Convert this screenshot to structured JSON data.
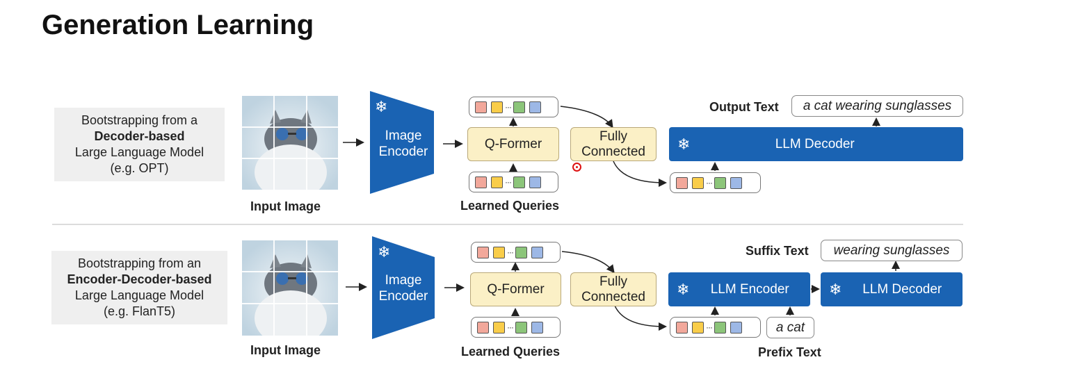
{
  "title": "Generation Learning",
  "rows": [
    {
      "desc_line1": "Bootstrapping from a",
      "desc_bold": "Decoder-based",
      "desc_line3": "Large Language Model",
      "desc_line4": "(e.g. OPT)",
      "input_label": "Input Image",
      "image_encoder": "Image Encoder",
      "qformer": "Q-Former",
      "learned_queries": "Learned Queries",
      "fully_connected": "Fully Connected",
      "llm_main": "LLM Decoder",
      "out_label": "Output Text",
      "out_text": "a cat wearing sunglasses"
    },
    {
      "desc_line1": "Bootstrapping from an",
      "desc_bold": "Encoder-Decoder-based",
      "desc_line3": "Large Language Model",
      "desc_line4": "(e.g. FlanT5)",
      "input_label": "Input Image",
      "image_encoder": "Image Encoder",
      "qformer": "Q-Former",
      "learned_queries": "Learned Queries",
      "fully_connected": "Fully Connected",
      "llm_encoder": "LLM Encoder",
      "llm_decoder": "LLM Decoder",
      "suffix_label": "Suffix Text",
      "suffix_text": "wearing sunglasses",
      "prefix_text": "a cat",
      "prefix_label": "Prefix Text"
    }
  ],
  "icons": {
    "frozen": "snowflake-icon",
    "cursor": "cursor-indicator"
  },
  "colors": {
    "llm_blue": "#1a63b3",
    "qformer_yellow": "#fbf0c6",
    "token_red": "#f2a89b",
    "token_yellow": "#f9cd4a",
    "token_green": "#8cc57a",
    "token_blue": "#9db8e6"
  }
}
